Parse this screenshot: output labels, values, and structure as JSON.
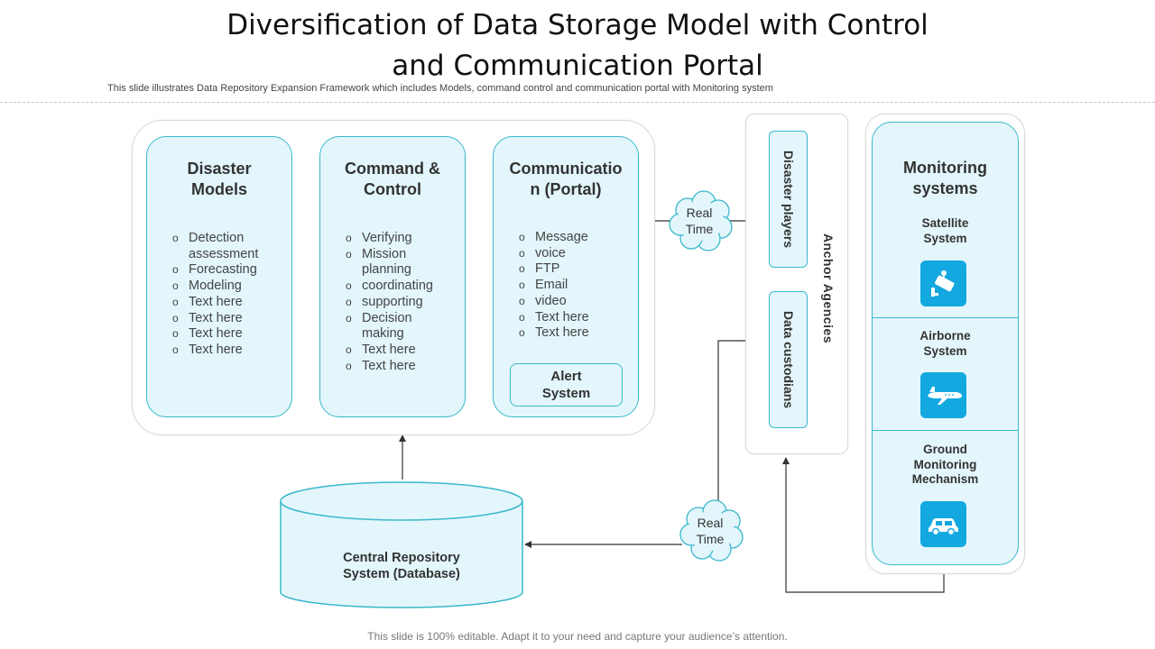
{
  "title": {
    "line1": "Diversification of Data Storage Model with Control",
    "line2": "and Communication Portal"
  },
  "subtitle": "This slide illustrates Data Repository Expansion Framework which includes Models, command control and communication portal with Monitoring system",
  "cards": {
    "disaster_models": {
      "title_l1": "Disaster",
      "title_l2": "Models",
      "items": [
        "Detection",
        "Forecasting",
        "Modeling",
        "Text here",
        "Text here",
        "Text here",
        "Text here"
      ],
      "item0_cont": "assessment"
    },
    "command_control": {
      "title_l1": "Command &",
      "title_l2": "Control",
      "items": [
        "Verifying",
        "Mission",
        "coordinating",
        "supporting",
        "Decision",
        "Text here",
        "Text here"
      ],
      "item1_cont": "planning",
      "item4_cont": "making"
    },
    "communication": {
      "title_l1": "Communicatio",
      "title_l2": "n (Portal)",
      "items": [
        "Message",
        "voice",
        "FTP",
        "Email",
        "video",
        "Text here",
        "Text here"
      ],
      "alert_l1": "Alert",
      "alert_l2": "System"
    }
  },
  "clouds": {
    "top": {
      "l1": "Real",
      "l2": "Time"
    },
    "bottom": {
      "l1": "Real",
      "l2": "Time"
    }
  },
  "anchor": {
    "label": "Anchor Agencies",
    "pill1": "Disaster players",
    "pill2": "Data custodians"
  },
  "monitoring": {
    "title_l1": "Monitoring",
    "title_l2": "systems",
    "sections": [
      {
        "l1": "Satellite",
        "l2": "System",
        "icon": "satellite-camera-icon"
      },
      {
        "l1": "Airborne",
        "l2": "System",
        "icon": "airplane-icon"
      },
      {
        "l1": "Ground",
        "l2": "Monitoring",
        "l3": "Mechanism",
        "icon": "car-icon"
      }
    ]
  },
  "database": {
    "l1": "Central Repository",
    "l2": "System (Database)"
  },
  "footer": "This slide is 100% editable. Adapt it to your need and capture your audience’s attention.",
  "colors": {
    "accent": "#3ab8cc",
    "fill": "#e3f6fb",
    "icon_tile": "#13a9e0"
  }
}
